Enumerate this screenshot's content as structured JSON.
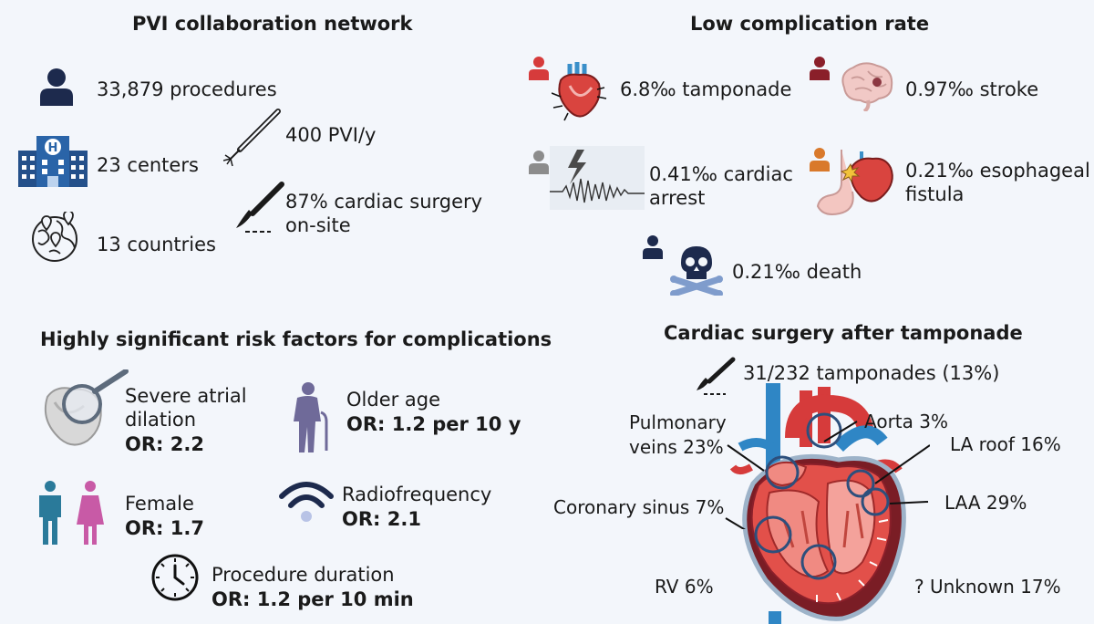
{
  "network": {
    "title": "PVI collaboration network",
    "procedures": "33,879 procedures",
    "centers": "23 centers",
    "countries": "13 countries",
    "pvi_per_year": "400 PVI/y",
    "surgery_line1": "87% cardiac surgery",
    "surgery_line2": "on-site"
  },
  "complications": {
    "title": "Low complication rate",
    "tamponade": "6.8‰ tamponade",
    "stroke": "0.97‰ stroke",
    "arrest_line1": "0.41‰ cardiac",
    "arrest_line2": "arrest",
    "fistula_line1": "0.21‰ esophageal",
    "fistula_line2": "fistula",
    "death": "0.21‰ death"
  },
  "risk": {
    "title": "Highly significant risk factors for complications",
    "dilation_line1": "Severe atrial",
    "dilation_line2": "dilation",
    "dilation_or": "OR: 2.2",
    "age": "Older age",
    "age_or": "OR: 1.2 per 10 y",
    "female": "Female",
    "female_or": "OR: 1.7",
    "rf": "Radiofrequency",
    "rf_or": "OR: 2.1",
    "duration": "Procedure duration",
    "duration_or": "OR: 1.2 per 10 min"
  },
  "surgery": {
    "title": "Cardiac surgery after tamponade",
    "count": "31/232 tamponades (13%)",
    "pv_line1": "Pulmonary",
    "pv_line2": "veins 23%",
    "aorta": "Aorta 3%",
    "la_roof": "LA roof 16%",
    "laa": "LAA 29%",
    "cs": "Coronary sinus 7%",
    "rv": "RV 6%",
    "unknown": "? Unknown 17%"
  },
  "colors": {
    "navy": "#1d2a4d",
    "red": "#d63b3b",
    "darkred": "#8a1f2a",
    "gray": "#8c8c8c",
    "orange": "#d9792b",
    "teal": "#2a7a9a",
    "pink": "#c85aa6",
    "purple": "#6f6a99",
    "ring": "#2d4f7c"
  }
}
